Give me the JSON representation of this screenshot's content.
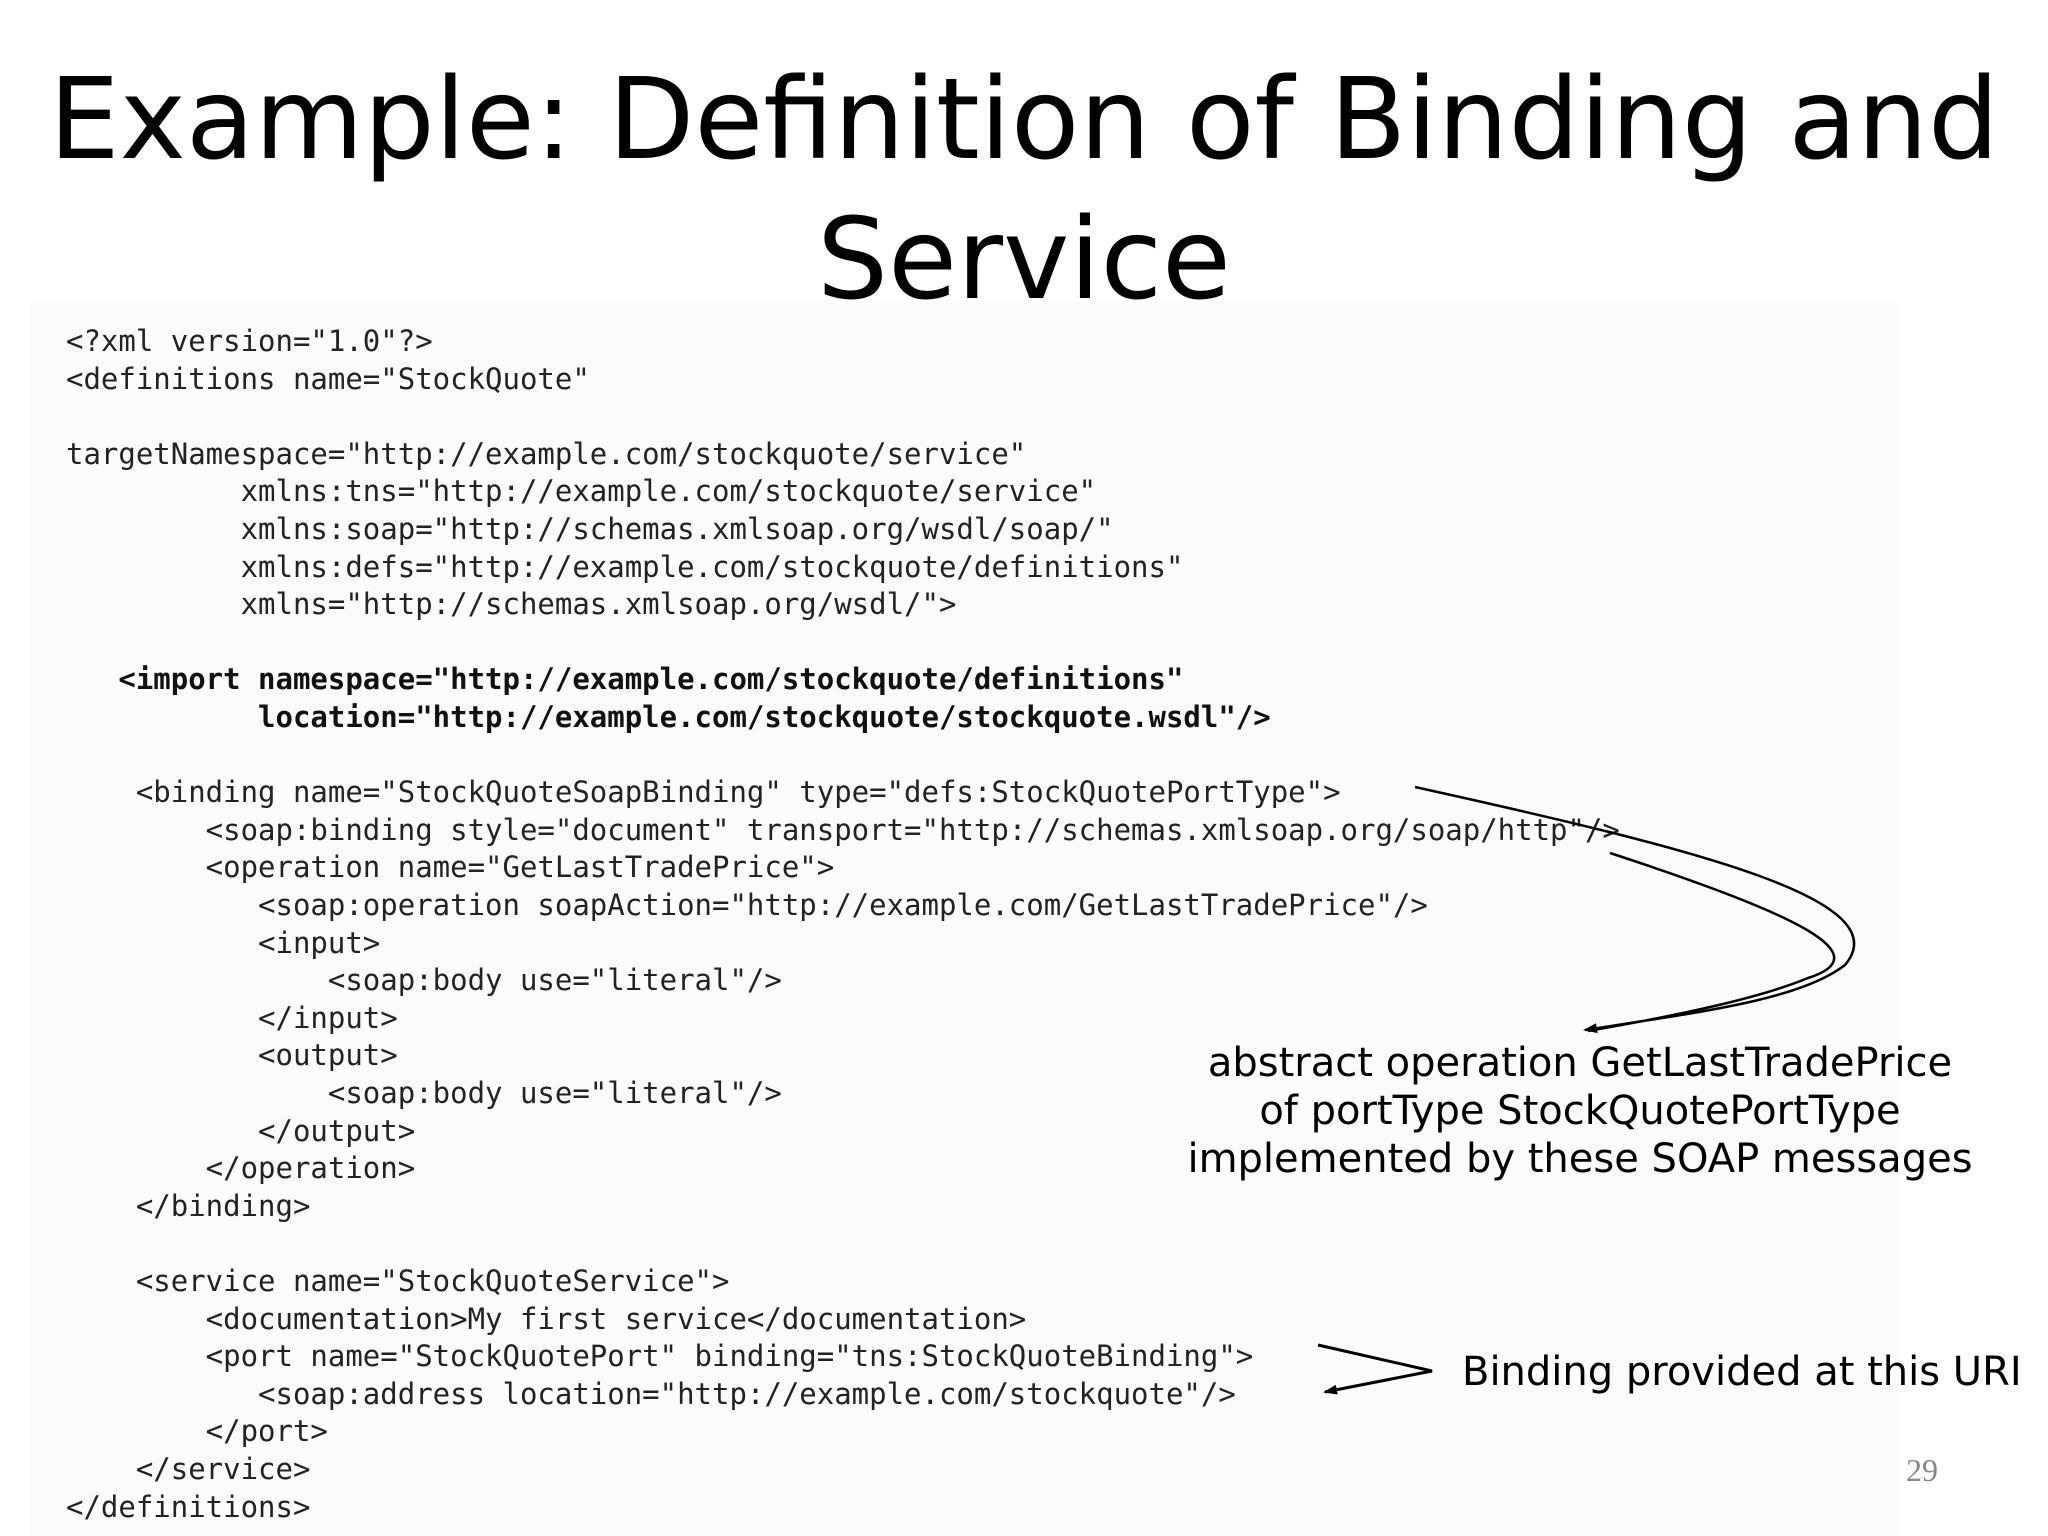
{
  "slide": {
    "title_lines": [
      "Example: Definition of Binding and",
      "Service"
    ],
    "page_number": "29"
  },
  "code": {
    "lines": [
      {
        "text": "<?xml version=\"1.0\"?>",
        "bold": false
      },
      {
        "text": "<definitions name=\"StockQuote\"",
        "bold": false
      },
      {
        "text": "",
        "bold": false
      },
      {
        "text": "targetNamespace=\"http://example.com/stockquote/service\"",
        "bold": false
      },
      {
        "text": "          xmlns:tns=\"http://example.com/stockquote/service\"",
        "bold": false
      },
      {
        "text": "          xmlns:soap=\"http://schemas.xmlsoap.org/wsdl/soap/\"",
        "bold": false
      },
      {
        "text": "          xmlns:defs=\"http://example.com/stockquote/definitions\"",
        "bold": false
      },
      {
        "text": "          xmlns=\"http://schemas.xmlsoap.org/wsdl/\">",
        "bold": false
      },
      {
        "text": "",
        "bold": false
      },
      {
        "text": "   <import namespace=\"http://example.com/stockquote/definitions\"",
        "bold": true
      },
      {
        "text": "           location=\"http://example.com/stockquote/stockquote.wsdl\"/>",
        "bold": true
      },
      {
        "text": "",
        "bold": false
      },
      {
        "text": "    <binding name=\"StockQuoteSoapBinding\" type=\"defs:StockQuotePortType\">",
        "bold": false
      },
      {
        "text": "        <soap:binding style=\"document\" transport=\"http://schemas.xmlsoap.org/soap/http\"/>",
        "bold": false
      },
      {
        "text": "        <operation name=\"GetLastTradePrice\">",
        "bold": false
      },
      {
        "text": "           <soap:operation soapAction=\"http://example.com/GetLastTradePrice\"/>",
        "bold": false
      },
      {
        "text": "           <input>",
        "bold": false
      },
      {
        "text": "               <soap:body use=\"literal\"/>",
        "bold": false
      },
      {
        "text": "           </input>",
        "bold": false
      },
      {
        "text": "           <output>",
        "bold": false
      },
      {
        "text": "               <soap:body use=\"literal\"/>",
        "bold": false
      },
      {
        "text": "           </output>",
        "bold": false
      },
      {
        "text": "        </operation>",
        "bold": false
      },
      {
        "text": "    </binding>",
        "bold": false
      },
      {
        "text": "",
        "bold": false
      },
      {
        "text": "    <service name=\"StockQuoteService\">",
        "bold": false
      },
      {
        "text": "        <documentation>My first service</documentation>",
        "bold": false
      },
      {
        "text": "        <port name=\"StockQuotePort\" binding=\"tns:StockQuoteBinding\">",
        "bold": false
      },
      {
        "text": "           <soap:address location=\"http://example.com/stockquote\"/>",
        "bold": false
      },
      {
        "text": "        </port>",
        "bold": false
      },
      {
        "text": "    </service>",
        "bold": false
      },
      {
        "text": "</definitions>",
        "bold": false
      }
    ]
  },
  "annotations": {
    "binding_note_lines": [
      "abstract operation GetLastTradePrice",
      "of portType StockQuotePortType",
      "implemented by these SOAP messages"
    ],
    "uri_note": "Binding provided at this URI"
  }
}
